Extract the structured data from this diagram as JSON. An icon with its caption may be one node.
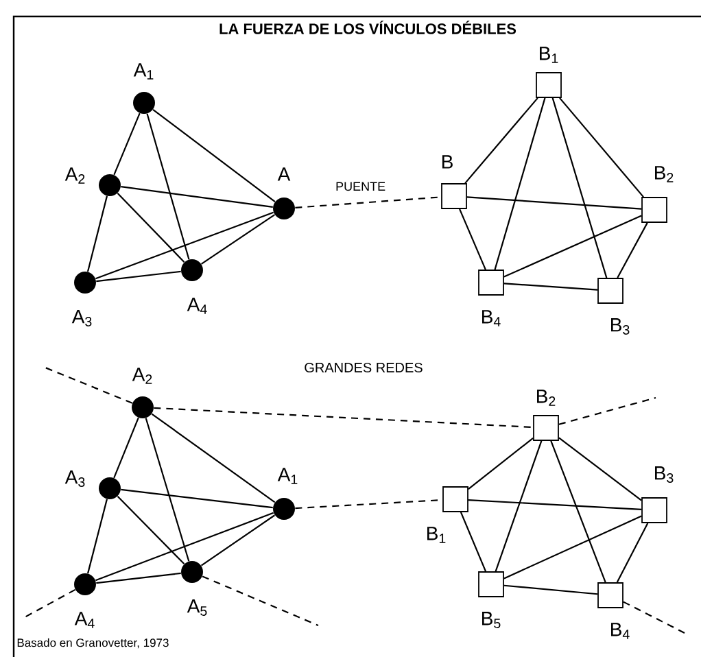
{
  "diagram": {
    "title": "LA FUERZA DE LOS VÍNCULOS DÉBILES",
    "nodes": [
      {
        "text": [],
        "shape": "circle",
        "beside": [
          "A$_{1}$"
        ]
      },
      {
        "text": [],
        "shape": "circle",
        "beside": [
          "A$_{2}$"
        ]
      },
      {
        "text": [],
        "shape": "circle",
        "beside": [
          "A"
        ]
      },
      {
        "text": [],
        "shape": "circle",
        "beside": [
          "A$_{3}$"
        ]
      },
      {
        "text": [],
        "shape": "circle",
        "beside": [
          "A$_{4}$"
        ]
      },
      {
        "text": [],
        "shape": "box",
        "beside": [
          "B$_{1}$"
        ]
      },
      {
        "text": [],
        "shape": "box",
        "beside": [
          "B"
        ]
      },
      {
        "text": [],
        "shape": "box",
        "beside": [
          "B$_{2}$"
        ]
      },
      {
        "text": [],
        "shape": "box",
        "beside": [
          "B$_{4}$"
        ]
      },
      {
        "text": [],
        "shape": "box",
        "beside": [
          "B$_{3}$"
        ]
      },
      {
        "text": [],
        "shape": "circle",
        "beside": [
          "A$_{2}$"
        ]
      },
      {
        "text": [],
        "shape": "circle",
        "beside": [
          "A$_{3}$"
        ]
      },
      {
        "text": [],
        "shape": "circle",
        "beside": [
          "A$_{1}$"
        ]
      },
      {
        "text": [],
        "shape": "circle",
        "beside": [
          "A$_{4}$"
        ]
      },
      {
        "text": [],
        "shape": "circle",
        "beside": [
          "A$_{5}$"
        ]
      },
      {
        "text": [],
        "shape": "box",
        "beside": [
          "B$_{2}$"
        ]
      },
      {
        "text": [],
        "shape": "box",
        "beside": [
          "B$_{1}$"
        ]
      },
      {
        "text": [],
        "shape": "box",
        "beside": [
          "B$_{3}$"
        ]
      },
      {
        "text": [],
        "shape": "box",
        "beside": [
          "B$_{5}$"
        ]
      },
      {
        "text": [],
        "shape": "box",
        "beside": [
          "B$_{4}$"
        ]
      }
    ],
    "edges": [
      {
        "from": 0,
        "to": 1,
        "arrow": "none"
      },
      {
        "from": 0,
        "to": 2,
        "arrow": "none"
      },
      {
        "from": 0,
        "to": 4,
        "arrow": "none"
      },
      {
        "from": 1,
        "to": 2,
        "arrow": "none"
      },
      {
        "from": 1,
        "to": 4,
        "arrow": "none"
      },
      {
        "from": 1,
        "to": 3,
        "arrow": "none"
      },
      {
        "from": 3,
        "to": 4,
        "arrow": "none"
      },
      {
        "from": 3,
        "to": 2,
        "arrow": "none"
      },
      {
        "from": 4,
        "to": 2,
        "arrow": "none"
      },
      {
        "from": 5,
        "to": 6,
        "arrow": "none"
      },
      {
        "from": 5,
        "to": 7,
        "arrow": "none"
      },
      {
        "from": 5,
        "to": 8,
        "arrow": "none"
      },
      {
        "from": 5,
        "to": 9,
        "arrow": "none"
      },
      {
        "from": 6,
        "to": 7,
        "arrow": "none"
      },
      {
        "from": 6,
        "to": 8,
        "arrow": "none"
      },
      {
        "from": 8,
        "to": 7,
        "arrow": "none"
      },
      {
        "from": 8,
        "to": 9,
        "arrow": "none"
      },
      {
        "from": 7,
        "to": 9,
        "arrow": "none"
      },
      {
        "from": 2,
        "to": 6,
        "arrow": "none",
        "label": "PUENTE",
        "style": "dashed"
      },
      {
        "from": 10,
        "to": 11,
        "arrow": "none"
      },
      {
        "from": 10,
        "to": 12,
        "arrow": "none"
      },
      {
        "from": 10,
        "to": 14,
        "arrow": "none"
      },
      {
        "from": 11,
        "to": 12,
        "arrow": "none"
      },
      {
        "from": 11,
        "to": 14,
        "arrow": "none"
      },
      {
        "from": 11,
        "to": 13,
        "arrow": "none"
      },
      {
        "from": 13,
        "to": 14,
        "arrow": "none"
      },
      {
        "from": 13,
        "to": 12,
        "arrow": "none"
      },
      {
        "from": 14,
        "to": 12,
        "arrow": "none"
      },
      {
        "from": 15,
        "to": 16,
        "arrow": "none"
      },
      {
        "from": 15,
        "to": 17,
        "arrow": "none"
      },
      {
        "from": 15,
        "to": 18,
        "arrow": "none"
      },
      {
        "from": 15,
        "to": 19,
        "arrow": "none"
      },
      {
        "from": 16,
        "to": 17,
        "arrow": "none"
      },
      {
        "from": 16,
        "to": 18,
        "arrow": "none"
      },
      {
        "from": 18,
        "to": 17,
        "arrow": "none"
      },
      {
        "from": 18,
        "to": 19,
        "arrow": "none"
      },
      {
        "from": 17,
        "to": 19,
        "arrow": "none"
      },
      {
        "from": 10,
        "to": 15,
        "arrow": "none",
        "style": "dashed"
      },
      {
        "from": 12,
        "to": 16,
        "arrow": "none",
        "style": "dashed"
      },
      {
        "from": 10,
        "to": null,
        "arrow": "none",
        "style": "dashed"
      },
      {
        "from": 13,
        "to": null,
        "arrow": "none",
        "style": "dashed"
      },
      {
        "from": 14,
        "to": null,
        "arrow": "none",
        "style": "dashed"
      },
      {
        "from": 15,
        "to": null,
        "arrow": "none",
        "style": "dashed"
      },
      {
        "from": 19,
        "to": null,
        "arrow": "none",
        "style": "dashed"
      }
    ],
    "labels": [
      "GRANDES REDES",
      "Basado en Granovetter, 1973"
    ]
  }
}
